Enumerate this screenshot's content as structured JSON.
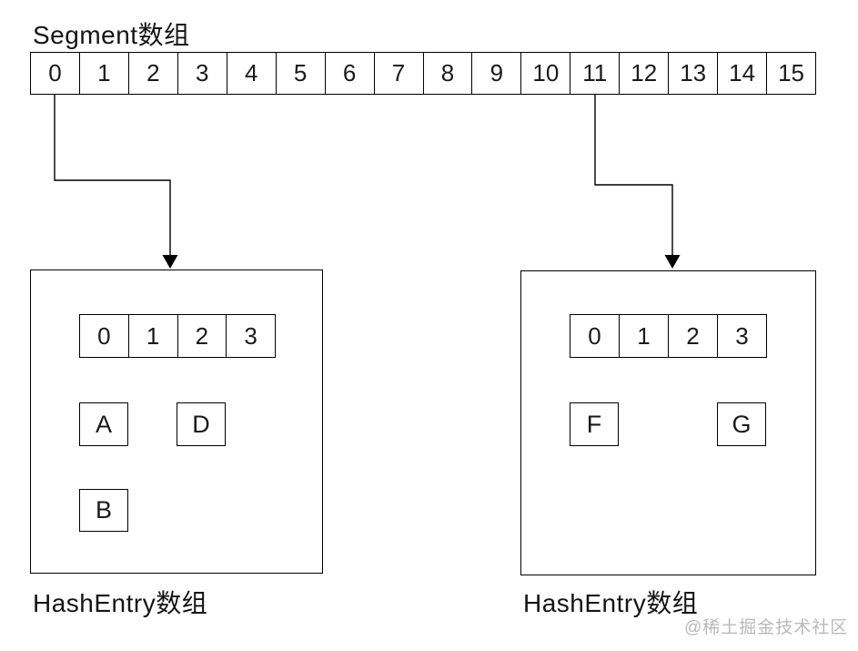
{
  "segment_array": {
    "label": "Segment数组",
    "cells": [
      "0",
      "1",
      "2",
      "3",
      "4",
      "5",
      "6",
      "7",
      "8",
      "9",
      "10",
      "11",
      "12",
      "13",
      "14",
      "15"
    ]
  },
  "left_hash_entry": {
    "label": "HashEntry数组",
    "array_cells": [
      "0",
      "1",
      "2",
      "3"
    ],
    "nodes": {
      "a": "A",
      "d": "D",
      "b": "B"
    }
  },
  "right_hash_entry": {
    "label": "HashEntry数组",
    "array_cells": [
      "0",
      "1",
      "2",
      "3"
    ],
    "nodes": {
      "f": "F",
      "g": "G"
    }
  },
  "watermark": "@稀土掘金技术社区",
  "colors": {
    "line": "#000000",
    "watermark": "#b9b9b9",
    "background": "#ffffff"
  }
}
